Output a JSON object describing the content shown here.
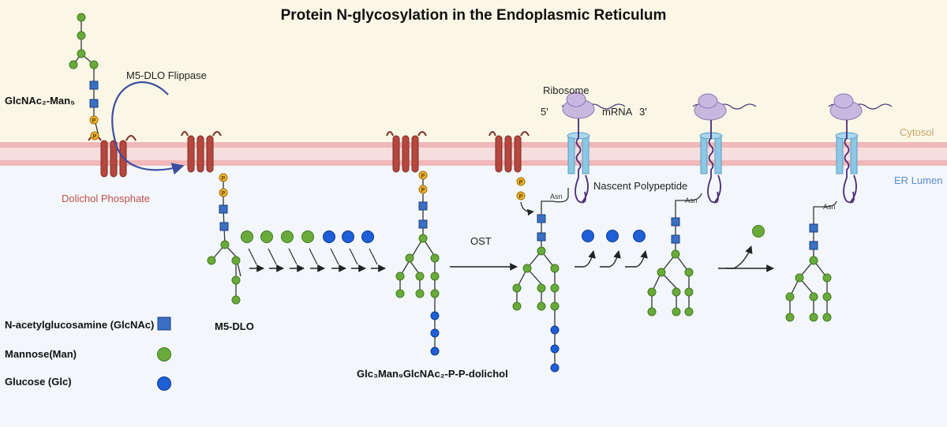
{
  "title": "Protein N-glycosylation in the Endoplasmic Reticulum",
  "labels": {
    "glcnac2_man5": "GlcNAc₂-Man₅",
    "flippase": "M5-DLO Flippase",
    "dolichol_phosphate": "Dolichol Phosphate",
    "m5_dlo": "M5-DLO",
    "glc3_precursor": "Glc₃Man₉GlcNAc₂-P-P-dolichol",
    "ost": "OST",
    "ribosome": "Ribosome",
    "five_prime": "5'",
    "three_prime": "3'",
    "mrna": "mRNA",
    "nascent_polypeptide": "Nascent Polypeptide",
    "asn": "Asn",
    "phosphate": "P",
    "cytosol": "Cytosol",
    "er_lumen": "ER Lumen"
  },
  "legend": [
    {
      "label": "N-acetylglucosamine (GlcNAc)",
      "shape": "square",
      "color": "#3a6fc4"
    },
    {
      "label": "Mannose(Man)",
      "shape": "circle",
      "color": "#6aaa3a"
    },
    {
      "label": "Glucose (Glc)",
      "shape": "circle",
      "color": "#1e5fd8"
    }
  ],
  "colors": {
    "cytosol_bg": "#fbf7e6",
    "lumen_bg": "#f3f6fa",
    "membrane": "#f2c4c4",
    "glcnac": "#3a6fc4",
    "mannose": "#6aaa3a",
    "glucose": "#1e5fd8",
    "phosphate": "#f0b429",
    "dolichol": "#b5473f",
    "translocon": "#8cc8e6",
    "ribosome": "#c8b8e0"
  }
}
